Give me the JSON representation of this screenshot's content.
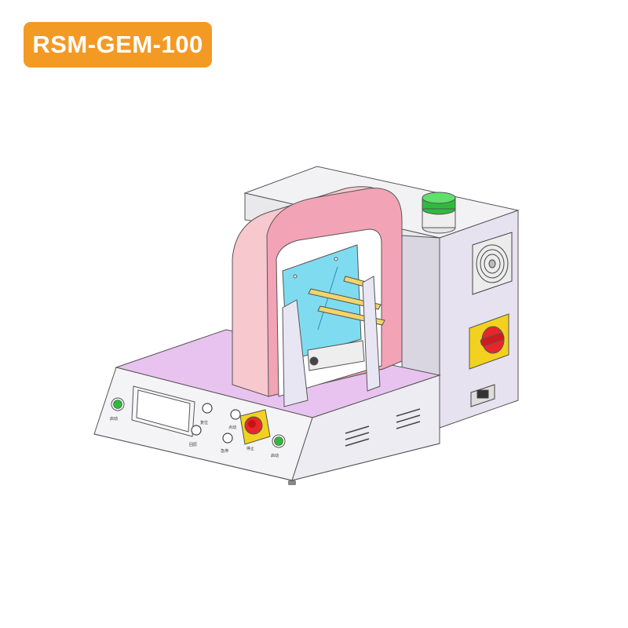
{
  "product": {
    "model_label": "RSM-GEM-100"
  },
  "panel": {
    "left_green_button_label": "启动",
    "right_green_button_label": "启动",
    "button_top_label": "复位",
    "button_mid_label": "点动",
    "button_bottom_left_label": "回原",
    "button_bottom_right_label": "急停",
    "estop_label": "停止"
  },
  "colors": {
    "badge": "#f39a25",
    "top_plate": "#e9c3f0",
    "frame": "#f3a3b6",
    "screen_panel": "#7fdcf0",
    "blade": "#f2d56b",
    "beacon": "#2ebb3b",
    "estop": "#e8262a",
    "estop_ring": "#f2d21f"
  },
  "icons": {
    "fan": "fan-grille-icon",
    "beacon": "status-beacon-icon",
    "rotary_switch": "rotary-switch-icon",
    "power_socket": "power-socket-icon",
    "estop": "emergency-stop-icon"
  }
}
